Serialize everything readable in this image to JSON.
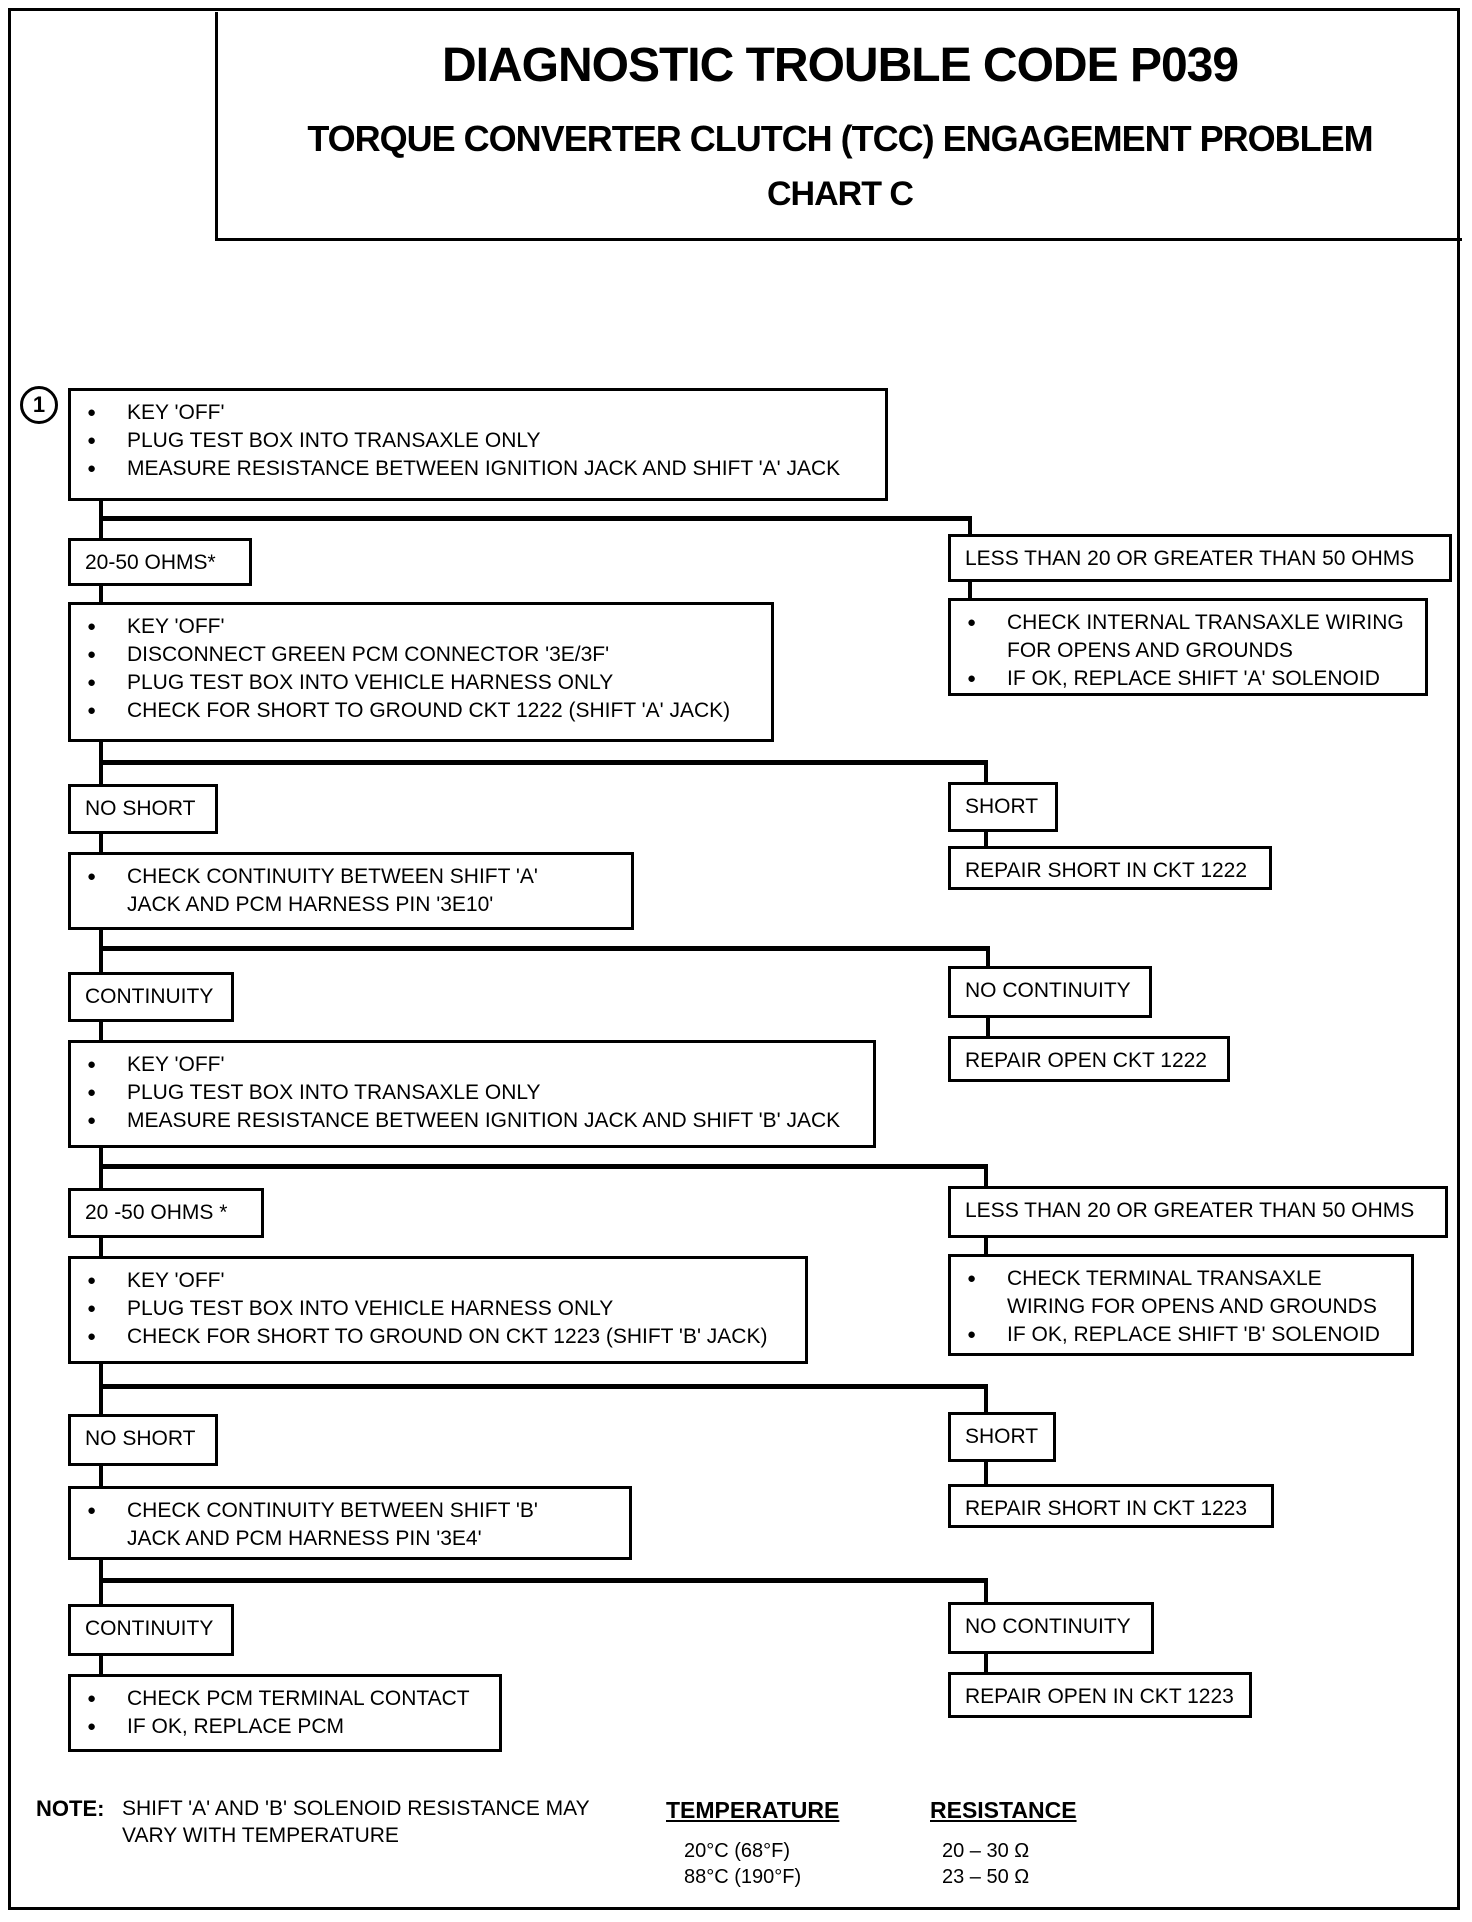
{
  "header": {
    "title": "DIAGNOSTIC TROUBLE CODE P039",
    "subtitle": "TORQUE CONVERTER CLUTCH (TCC) ENGAGEMENT PROBLEM",
    "chart_label": "CHART C"
  },
  "step_number": "1",
  "step1": {
    "items": [
      "KEY 'OFF'",
      "PLUG TEST BOX INTO TRANSAXLE ONLY",
      "MEASURE RESISTANCE BETWEEN  IGNITION JACK AND SHIFT 'A' JACK"
    ]
  },
  "result_a_ok": "20-50 OHMS*",
  "result_a_bad": "LESS THAN 20 OR GREATER THAN 50 OHMS",
  "action_a_bad": {
    "items": [
      "CHECK INTERNAL TRANSAXLE WIRING FOR OPENS AND GROUNDS",
      "IF OK, REPLACE SHIFT 'A' SOLENOID"
    ]
  },
  "step2": {
    "items": [
      "KEY 'OFF'",
      "DISCONNECT GREEN PCM CONNECTOR '3E/3F'",
      "PLUG TEST BOX INTO VEHICLE HARNESS ONLY",
      "CHECK FOR SHORT TO GROUND CKT 1222 (SHIFT 'A' JACK)"
    ]
  },
  "result_b_ok": "NO SHORT",
  "result_b_bad": "SHORT",
  "action_b_bad": "REPAIR SHORT IN CKT 1222",
  "step3": {
    "items": [
      "CHECK CONTINUITY BETWEEN SHIFT 'A' JACK AND PCM HARNESS PIN '3E10'"
    ]
  },
  "result_c_ok": "CONTINUITY",
  "result_c_bad": "NO CONTINUITY",
  "action_c_bad": "REPAIR OPEN CKT 1222",
  "step4": {
    "items": [
      "KEY 'OFF'",
      "PLUG TEST BOX INTO TRANSAXLE ONLY",
      "MEASURE RESISTANCE BETWEEN IGNITION JACK AND SHIFT 'B' JACK"
    ]
  },
  "result_d_ok": "20 -50 OHMS *",
  "result_d_bad": "LESS THAN 20 OR GREATER THAN 50 OHMS",
  "action_d_bad": {
    "items": [
      "CHECK TERMINAL TRANSAXLE WIRING FOR OPENS AND GROUNDS",
      "IF OK, REPLACE SHIFT 'B' SOLENOID"
    ]
  },
  "step5": {
    "items": [
      "KEY 'OFF'",
      "PLUG TEST BOX INTO VEHICLE HARNESS ONLY",
      "CHECK FOR SHORT TO GROUND ON CKT 1223 (SHIFT 'B' JACK)"
    ]
  },
  "result_e_ok": "NO SHORT",
  "result_e_bad": "SHORT",
  "action_e_bad": "REPAIR SHORT IN CKT 1223",
  "step6": {
    "items": [
      "CHECK CONTINUITY BETWEEN SHIFT 'B' JACK AND PCM HARNESS PIN '3E4'"
    ]
  },
  "result_f_ok": "CONTINUITY",
  "result_f_bad": "NO CONTINUITY",
  "action_f_bad": "REPAIR OPEN IN CKT 1223",
  "step7": {
    "items": [
      "CHECK PCM TERMINAL CONTACT",
      "IF OK, REPLACE PCM"
    ]
  },
  "note": {
    "label": "NOTE:",
    "text": "SHIFT 'A' AND 'B' SOLENOID RESISTANCE MAY VARY WITH TEMPERATURE",
    "temp_header": "TEMPERATURE",
    "res_header": "RESISTANCE",
    "temps": [
      "20°C (68°F)",
      "88°C (190°F)"
    ],
    "resistances": [
      "20 – 30  Ω",
      "23 – 50  Ω"
    ]
  }
}
